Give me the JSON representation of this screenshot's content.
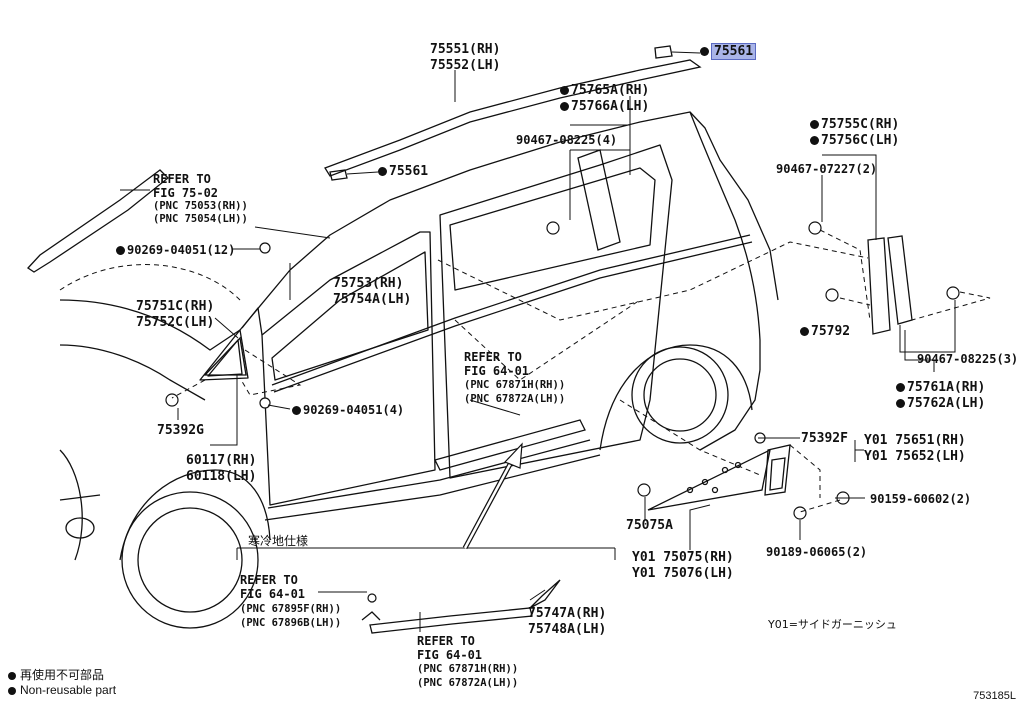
{
  "labels": {
    "l75551": "75551(RH)",
    "l75552": "75552(LH)",
    "l75561_top": "75561",
    "l75561_mid": "75561",
    "l75765": "75765A(RH)",
    "l75766": "75766A(LH)",
    "l90467_a": "90467-08225(4)",
    "l75755": "75755C(RH)",
    "l75756": "75756C(LH)",
    "l90467_b": "90467-07227(2)",
    "refer1_a": "REFER TO",
    "refer1_b": "FIG 75-02",
    "refer1_c": "(PNC 75053(RH))",
    "refer1_d": "(PNC 75054(LH))",
    "l90269_a": "90269-04051(12)",
    "l75753": "75753(RH)",
    "l75754": "75754A(LH)",
    "l75751": "75751C(RH)",
    "l75752": "75752C(LH)",
    "l75792": "75792",
    "l90467_c": "90467-08225(3)",
    "l75761": "75761A(RH)",
    "l75762": "75762A(LH)",
    "refer2_a": "REFER TO",
    "refer2_b": "FIG 64-01",
    "refer2_c": "(PNC 67871H(RH))",
    "refer2_d": "(PNC 67872A(LH))",
    "l90269_b": "90269-04051(4)",
    "l75392g": "75392G",
    "l60117": "60117(RH)",
    "l60118": "60118(LH)",
    "l75392f": "75392F",
    "y01_75651": "Y01 75651(RH)",
    "y01_75652": "Y01 75652(LH)",
    "l90159": "90159-60602(2)",
    "l75075a": "75075A",
    "l90189": "90189-06065(2)",
    "y01_75075": "Y01 75075(RH)",
    "y01_75076": "Y01 75076(LH)",
    "cold_spec": "寒冷地仕様",
    "refer3_a": "REFER TO",
    "refer3_b": "FIG 64-01",
    "refer3_c": "(PNC 67895F(RH))",
    "refer3_d": "(PNC 67896B(LH))",
    "l75747": "75747A(RH)",
    "l75748": "75748A(LH)",
    "refer4_a": "REFER TO",
    "refer4_b": "FIG 64-01",
    "refer4_c": "(PNC 67871H(RH))",
    "refer4_d": "(PNC 67872A(LH))",
    "y01_note": "Y01=サイドガーニッシュ"
  },
  "legend": {
    "line1": "再使用不可部品",
    "line2": "Non-reusable part"
  },
  "figure_number": "753185L",
  "colors": {
    "ink": "#111111",
    "highlight_fill": "#a9b4e8",
    "highlight_border": "#5a6ac2"
  }
}
